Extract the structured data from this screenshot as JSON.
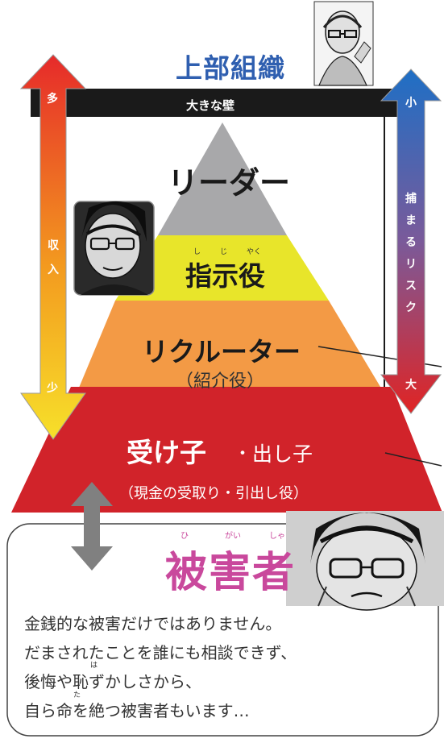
{
  "title_top": "上部組織",
  "wall_label": "大きな壁",
  "levels": {
    "leader": "リーダー",
    "instructor": "指示役",
    "instructor_ruby": [
      "し",
      "じ",
      "やく"
    ],
    "recruiter": "リクルーター",
    "recruiter_sub": "（紹介役）",
    "receiver": "受け子",
    "receiver_sep": "・",
    "withdrawer": "出し子",
    "receiver_sub": "（現金の受取り・引出し役）"
  },
  "left_arrow": {
    "top": "多",
    "label": "収入",
    "bottom": "少"
  },
  "right_arrow": {
    "top": "小",
    "label": "捕まるリスク",
    "bottom": "大"
  },
  "victim": {
    "title": "被害者",
    "title_ruby": [
      "ひ",
      "がい",
      "しゃ"
    ],
    "lines": [
      "金銭的な被害だけではありません。",
      "だまされたことを誰にも相談できず、",
      "後悔や恥ずかしさから、",
      "自ら命を絶つ被害者もいます…"
    ],
    "ruby_ha": "は",
    "ruby_ta": "た"
  },
  "colors": {
    "title_blue": "#2f5fb0",
    "wall": "#1a1a1a",
    "leader": "#a8a8aa",
    "instructor": "#e8e52a",
    "recruiter": "#f39a45",
    "receiver": "#d1232a",
    "victim_pink": "#c9489c",
    "double_arrow": "#808080"
  },
  "icons": [
    "boss-portrait",
    "instructor-portrait",
    "victim-portrait"
  ]
}
